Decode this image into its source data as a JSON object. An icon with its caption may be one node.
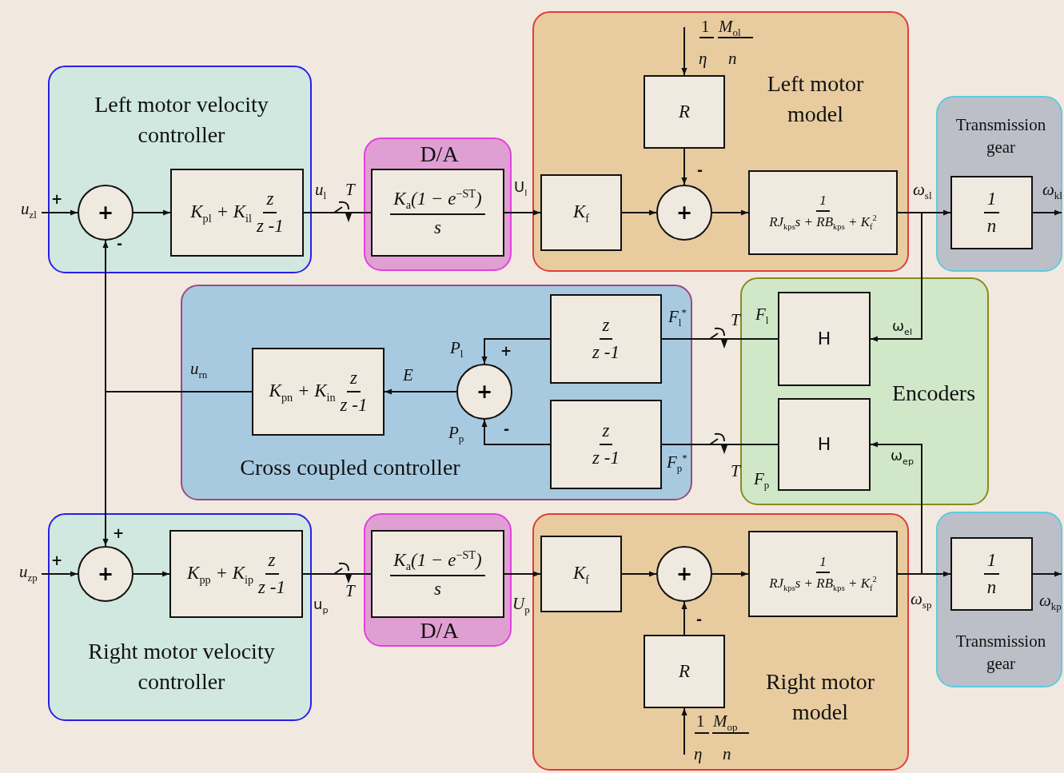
{
  "diagram": {
    "nodes": [
      {
        "text": [
          "Left motor velocity controller"
        ]
      },
      {
        "text": [
          "+"
        ],
        "in": 0,
        "beside": [
          "+",
          "-"
        ]
      },
      {
        "text": [
          "K$_{pl}$ + K$_{il}$",
          "z",
          "z -1"
        ],
        "in": 0
      },
      {
        "text": [
          "D/A"
        ]
      },
      {
        "text": [
          "K$_{a}$(1 − e$^{−ST}$)",
          "s"
        ],
        "in": 3
      },
      {
        "text": [
          "Left motor model"
        ]
      },
      {
        "text": [
          "R"
        ],
        "in": 5
      },
      {
        "text": [
          "K$_{f}$"
        ],
        "in": 5
      },
      {
        "text": [
          "+"
        ],
        "in": 5,
        "beside": [
          "-"
        ]
      },
      {
        "text": [
          "1",
          "RJ$_{kps}$s + RB$_{kps}$ + K$_{f}$$^{2}$"
        ],
        "in": 5
      },
      {
        "text": [
          "Transmission gear"
        ]
      },
      {
        "text": [
          "1",
          "n"
        ],
        "in": 10
      },
      {
        "text": [
          "Encoders"
        ]
      },
      {
        "text": [
          "H"
        ],
        "in": 12
      },
      {
        "text": [
          "H"
        ],
        "in": 12
      },
      {
        "text": [
          "Cross coupled controller"
        ]
      },
      {
        "text": [
          "z",
          "z -1"
        ],
        "in": 15
      },
      {
        "text": [
          "z",
          "z -1"
        ],
        "in": 15
      },
      {
        "text": [
          "+"
        ],
        "in": 15,
        "beside": [
          "+",
          "-"
        ]
      },
      {
        "text": [
          "K$_{pn}$ + K$_{in}$",
          "z",
          "z -1"
        ],
        "in": 15
      },
      {
        "text": [
          "Right motor velocity controller"
        ]
      },
      {
        "text": [
          "+"
        ],
        "in": 20,
        "beside": [
          "+",
          "+"
        ]
      },
      {
        "text": [
          "K$_{pp}$ + K$_{ip}$",
          "z",
          "z -1"
        ],
        "in": 20
      },
      {
        "text": [
          "D/A"
        ]
      },
      {
        "text": [
          "K$_{a}$(1 − e$^{−ST}$)",
          "s"
        ],
        "in": 23
      },
      {
        "text": [
          "Right motor model"
        ]
      },
      {
        "text": [
          "K$_{f}$"
        ],
        "in": 25
      },
      {
        "text": [
          "+"
        ],
        "in": 25,
        "beside": [
          "-"
        ]
      },
      {
        "text": [
          "1",
          "RJ$_{kps}$s + RB$_{kps}$ + K$_{f}$$^{2}$"
        ],
        "in": 25
      },
      {
        "text": [
          "R"
        ],
        "in": 25
      },
      {
        "text": [
          "Transmission gear"
        ]
      },
      {
        "text": [
          "1",
          "n"
        ],
        "in": 30
      }
    ],
    "edges": [
      {
        "from": null,
        "to": 1,
        "arrow": "to",
        "label": "u$_{zl}$"
      },
      {
        "from": 1,
        "to": 2,
        "arrow": "to"
      },
      {
        "from": 2,
        "to": 4,
        "arrow": "none",
        "label": "u$_{l}$"
      },
      {
        "from": 4,
        "to": 7,
        "arrow": "to",
        "label": "U$_{l}$"
      },
      {
        "from": 7,
        "to": 8,
        "arrow": "to"
      },
      {
        "from": 6,
        "to": 8,
        "arrow": "to"
      },
      {
        "from": null,
        "to": 6,
        "arrow": "to"
      },
      {
        "from": 8,
        "to": 9,
        "arrow": "to"
      },
      {
        "from": 9,
        "to": 11,
        "arrow": "to",
        "label": "ω$_{sl}$"
      },
      {
        "from": 11,
        "to": null,
        "arrow": "to",
        "label": "ω$_{kl}$"
      },
      {
        "from": 9,
        "to": 13,
        "arrow": "to",
        "label": "ω$_{el}$"
      },
      {
        "from": 13,
        "to": 16,
        "arrow": "none",
        "label": "F$_{l}$$^{*}$"
      },
      {
        "from": 14,
        "to": 17,
        "arrow": "none",
        "label": "F$_{p}$$^{*}$"
      },
      {
        "from": 16,
        "to": 18,
        "arrow": "to",
        "label": "P$_{l}$"
      },
      {
        "from": 17,
        "to": 18,
        "arrow": "to",
        "label": "P$_{p}$"
      },
      {
        "from": 18,
        "to": 19,
        "arrow": "to",
        "label": "E"
      },
      {
        "from": 19,
        "to": 1,
        "arrow": "to",
        "label": "u$_{rn}$"
      },
      {
        "from": 19,
        "to": 21,
        "arrow": "to"
      },
      {
        "from": null,
        "to": 21,
        "arrow": "to",
        "label": "u$_{zp}$"
      },
      {
        "from": 21,
        "to": 22,
        "arrow": "to"
      },
      {
        "from": 22,
        "to": 24,
        "arrow": "none",
        "label": "u$_{p}$"
      },
      {
        "from": 24,
        "to": 26,
        "arrow": "to",
        "label": "U$_{p}$"
      },
      {
        "from": 26,
        "to": 27,
        "arrow": "to"
      },
      {
        "from": 29,
        "to": 27,
        "arrow": "to"
      },
      {
        "from": null,
        "to": 29,
        "arrow": "to"
      },
      {
        "from": 27,
        "to": 28,
        "arrow": "to"
      },
      {
        "from": 28,
        "to": 31,
        "arrow": "to",
        "label": "ω$_{sp}$"
      },
      {
        "from": 31,
        "to": null,
        "arrow": "to",
        "label": "ω$_{kp}$"
      },
      {
        "from": 28,
        "to": 14,
        "arrow": "to",
        "label": "ω$_{ep}$"
      }
    ],
    "labels": [
      "1",
      "M$_{ol}$",
      "η",
      "n",
      "T",
      "F$_{l}$",
      "T",
      "T",
      "F$_{p}$",
      "T",
      "1",
      "M$_{op}$",
      "η",
      "n"
    ]
  }
}
